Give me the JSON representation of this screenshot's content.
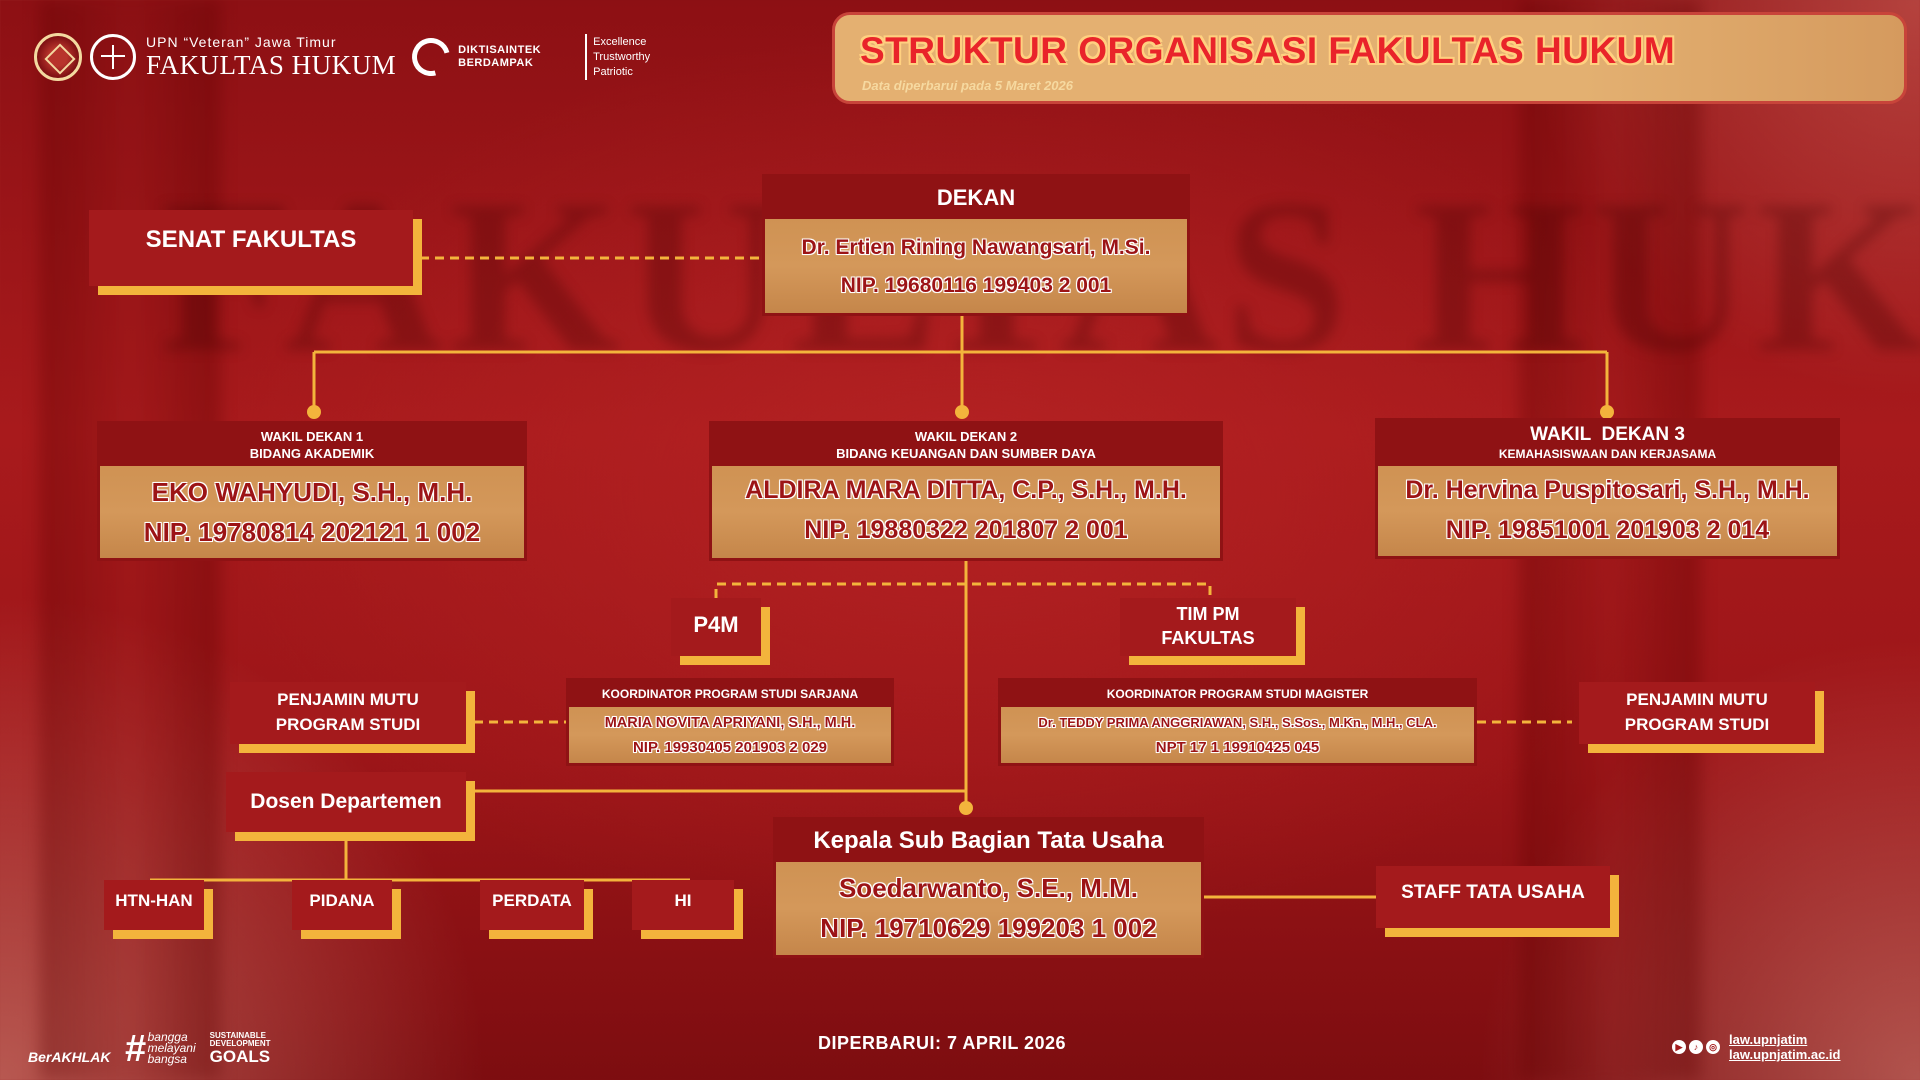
{
  "header": {
    "title": "STRUKTUR ORGANISASI FAKULTAS HUKUM",
    "subtitle": "Data diperbarui pada 5 Maret 2026"
  },
  "logos": {
    "upn_line1": "UPN “Veteran” Jawa Timur",
    "upn_line2": "FAKULTAS HUKUM",
    "dikti_line1": "DIKTISAINTEK",
    "dikti_line2": "BERDAMPAK",
    "motto": [
      "Excellence",
      "Trustworthy",
      "Patriotic"
    ]
  },
  "background_text": "FAKULTAS HUKUM",
  "senat": {
    "label": "SENAT FAKULTAS"
  },
  "dekan": {
    "role": "DEKAN",
    "name": "Dr. Ertien Rining Nawangsari, M.Si.",
    "nip": "NIP. 19680116 199403 2 001"
  },
  "wd1": {
    "role": "WAKIL DEKAN 1",
    "field": "BIDANG AKADEMIK",
    "name": "EKO WAHYUDI, S.H., M.H.",
    "nip": "NIP. 19780814 202121 1 002"
  },
  "wd2": {
    "role": "WAKIL DEKAN 2",
    "field": "BIDANG KEUANGAN DAN SUMBER DAYA",
    "name": "ALDIRA MARA DITTA, C.P., S.H., M.H.",
    "nip": "NIP. 19880322 201807 2 001"
  },
  "wd3": {
    "role": "WAKIL  DEKAN 3",
    "field": "KEMAHASISWAAN DAN KERJASAMA",
    "name": "Dr. Hervina Puspitosari, S.H., M.H.",
    "nip": "NIP. 19851001 201903 2 014"
  },
  "p4m": {
    "label": "P4M"
  },
  "timpm": {
    "line1": "TIM PM",
    "line2": "FAKULTAS"
  },
  "pm_left": {
    "line1": "PENJAMIN MUTU",
    "line2": "PROGRAM STUDI"
  },
  "pm_right": {
    "line1": "PENJAMIN MUTU",
    "line2": "PROGRAM STUDI"
  },
  "kps_sarjana": {
    "role": "KOORDINATOR PROGRAM STUDI SARJANA",
    "name": "MARIA NOVITA APRIYANI, S.H., M.H.",
    "nip": "NIP. 19930405 201903 2 029"
  },
  "kps_magister": {
    "role": "KOORDINATOR PROGRAM STUDI MAGISTER",
    "name": "Dr. TEDDY PRIMA ANGGRIAWAN, S.H., S.Sos., M.Kn., M.H., CLA.",
    "nip": "NPT 17 1 19910425 045"
  },
  "dosen": {
    "label": "Dosen Departemen"
  },
  "departments": [
    "HTN-HAN",
    "PIDANA",
    "PERDATA",
    "HI"
  ],
  "kasubag": {
    "role": "Kepala Sub Bagian Tata Usaha",
    "name": "Soedarwanto, S.E., M.M.",
    "nip": "NIP. 19710629 199203 1 002"
  },
  "staff": {
    "label": "STAFF TATA USAHA"
  },
  "footer": {
    "updated": "DIPERBARUI: 7 APRIL 2026",
    "berakhlak": "BerAKHLAK",
    "bangga": [
      "bangga",
      "melayani",
      "bangsa"
    ],
    "sdg_line1": "SUSTAINABLE",
    "sdg_line2": "DEVELOPMENT",
    "sdg_line3": "GOALS",
    "link1": "law.upnjatim",
    "link2": "law.upnjatim.ac.id"
  },
  "colors": {
    "accent_gold": "#f3b43c",
    "box_red": "#a41a1c",
    "title_red": "#e9242a"
  }
}
